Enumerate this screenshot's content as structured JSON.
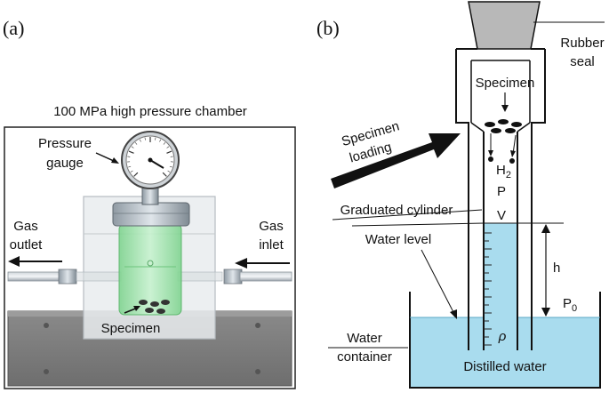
{
  "panel_a": {
    "label": "(a)",
    "title": "100 MPa high pressure chamber",
    "pressure_gauge": [
      "Pressure",
      "gauge"
    ],
    "gas_outlet": [
      "Gas",
      "outlet"
    ],
    "gas_inlet": [
      "Gas",
      "inlet"
    ],
    "specimen": "Specimen"
  },
  "panel_b": {
    "label": "(b)",
    "rubber_seal": [
      "Rubber",
      "seal"
    ],
    "specimen": "Specimen",
    "specimen_loading": [
      "Specimen",
      "loading"
    ],
    "h2": "H",
    "h2_sub": "2",
    "p": "P",
    "v": "V",
    "graduated_cylinder": "Graduated cylinder",
    "water_level": "Water level",
    "h": "h",
    "p0": "P",
    "p0_sub": "0",
    "rho": "ρ",
    "water_container": [
      "Water",
      "container"
    ],
    "distilled_water": "Distilled water"
  },
  "colors": {
    "water": "#a9dcee",
    "chamber_green": "#9be3a6",
    "arrow": "#111111",
    "base_plate": "#7a7a7a"
  }
}
